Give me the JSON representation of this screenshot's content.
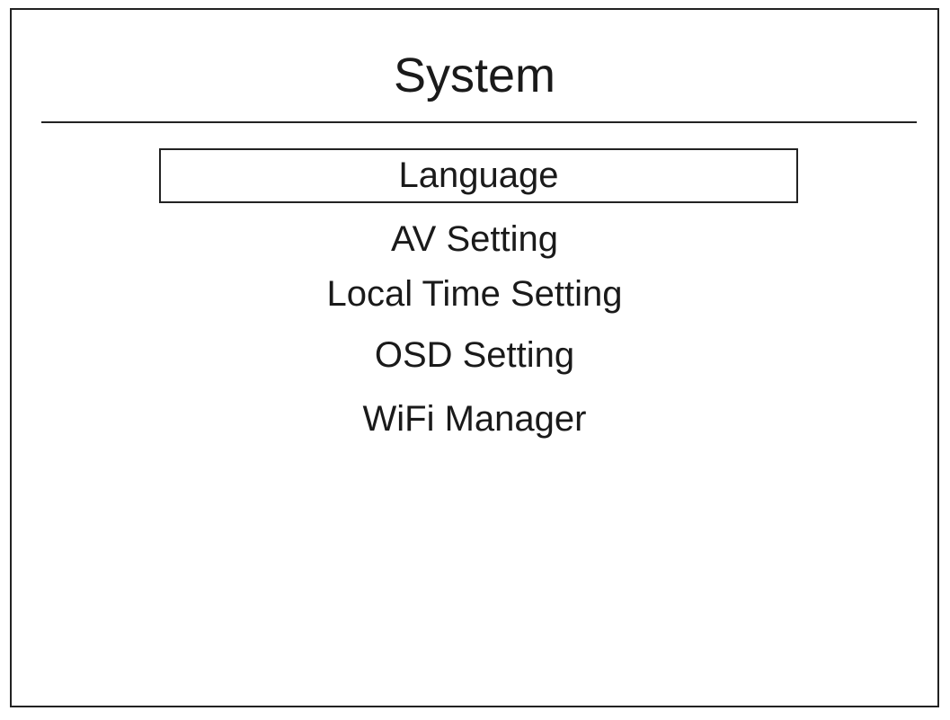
{
  "header": {
    "title": "System"
  },
  "menu": {
    "selected_index": 0,
    "items": [
      {
        "label": "Language"
      },
      {
        "label": "AV Setting"
      },
      {
        "label": "Local Time Setting"
      },
      {
        "label": "OSD Setting"
      },
      {
        "label": "WiFi Manager"
      }
    ]
  },
  "colors": {
    "background": "#ffffff",
    "text": "#1a1a1a",
    "border": "#222222"
  }
}
